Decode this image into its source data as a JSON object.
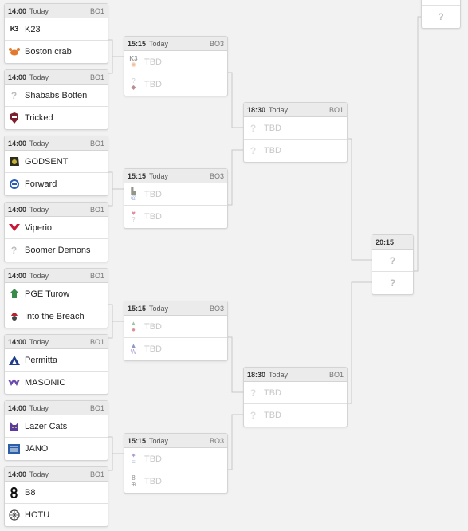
{
  "round1": [
    {
      "time": "14:00",
      "day": "Today",
      "format": "BO1",
      "teams": [
        {
          "name": "K23",
          "icon": "k23-logo-icon"
        },
        {
          "name": "Boston crab",
          "icon": "crab-logo-icon"
        }
      ]
    },
    {
      "time": "14:00",
      "day": "Today",
      "format": "BO1",
      "teams": [
        {
          "name": "Shababs Botten",
          "icon": "unknown-logo-icon"
        },
        {
          "name": "Tricked",
          "icon": "tricked-logo-icon"
        }
      ]
    },
    {
      "time": "14:00",
      "day": "Today",
      "format": "BO1",
      "teams": [
        {
          "name": "GODSENT",
          "icon": "godsent-logo-icon"
        },
        {
          "name": "Forward",
          "icon": "forward-logo-icon"
        }
      ]
    },
    {
      "time": "14:00",
      "day": "Today",
      "format": "BO1",
      "teams": [
        {
          "name": "Viperio",
          "icon": "viperio-logo-icon"
        },
        {
          "name": "Boomer Demons",
          "icon": "unknown-logo-icon"
        }
      ]
    },
    {
      "time": "14:00",
      "day": "Today",
      "format": "BO1",
      "teams": [
        {
          "name": "PGE Turow",
          "icon": "pge-turow-logo-icon"
        },
        {
          "name": "Into the Breach",
          "icon": "into-the-breach-logo-icon"
        }
      ]
    },
    {
      "time": "14:00",
      "day": "Today",
      "format": "BO1",
      "teams": [
        {
          "name": "Permitta",
          "icon": "permitta-logo-icon"
        },
        {
          "name": "MASONIC",
          "icon": "masonic-logo-icon"
        }
      ]
    },
    {
      "time": "14:00",
      "day": "Today",
      "format": "BO1",
      "teams": [
        {
          "name": "Lazer Cats",
          "icon": "lazer-cats-logo-icon"
        },
        {
          "name": "JANO",
          "icon": "jano-logo-icon"
        }
      ]
    },
    {
      "time": "14:00",
      "day": "Today",
      "format": "BO1",
      "teams": [
        {
          "name": "B8",
          "icon": "b8-logo-icon"
        },
        {
          "name": "HOTU",
          "icon": "hotu-logo-icon"
        }
      ]
    }
  ],
  "round2": [
    {
      "time": "15:15",
      "day": "Today",
      "format": "BO3",
      "teams": [
        {
          "name": "TBD"
        },
        {
          "name": "TBD"
        }
      ]
    },
    {
      "time": "15:15",
      "day": "Today",
      "format": "BO3",
      "teams": [
        {
          "name": "TBD"
        },
        {
          "name": "TBD"
        }
      ]
    },
    {
      "time": "15:15",
      "day": "Today",
      "format": "BO3",
      "teams": [
        {
          "name": "TBD"
        },
        {
          "name": "TBD"
        }
      ]
    },
    {
      "time": "15:15",
      "day": "Today",
      "format": "BO3",
      "teams": [
        {
          "name": "TBD"
        },
        {
          "name": "TBD"
        }
      ]
    }
  ],
  "round3": [
    {
      "time": "18:30",
      "day": "Today",
      "format": "BO1",
      "teams": [
        {
          "name": "TBD"
        },
        {
          "name": "TBD"
        }
      ]
    },
    {
      "time": "18:30",
      "day": "Today",
      "format": "BO1",
      "teams": [
        {
          "name": "TBD"
        },
        {
          "name": "TBD"
        }
      ]
    }
  ],
  "final": {
    "time": "20:15",
    "teams": [
      {
        "name": ""
      },
      {
        "name": ""
      }
    ]
  },
  "colors": {
    "background": "#f2f2f2",
    "header": "#ebebeb",
    "border": "#d4d4d4",
    "tbd_text": "#c7c7c7",
    "connector": "#c8c8c8"
  }
}
